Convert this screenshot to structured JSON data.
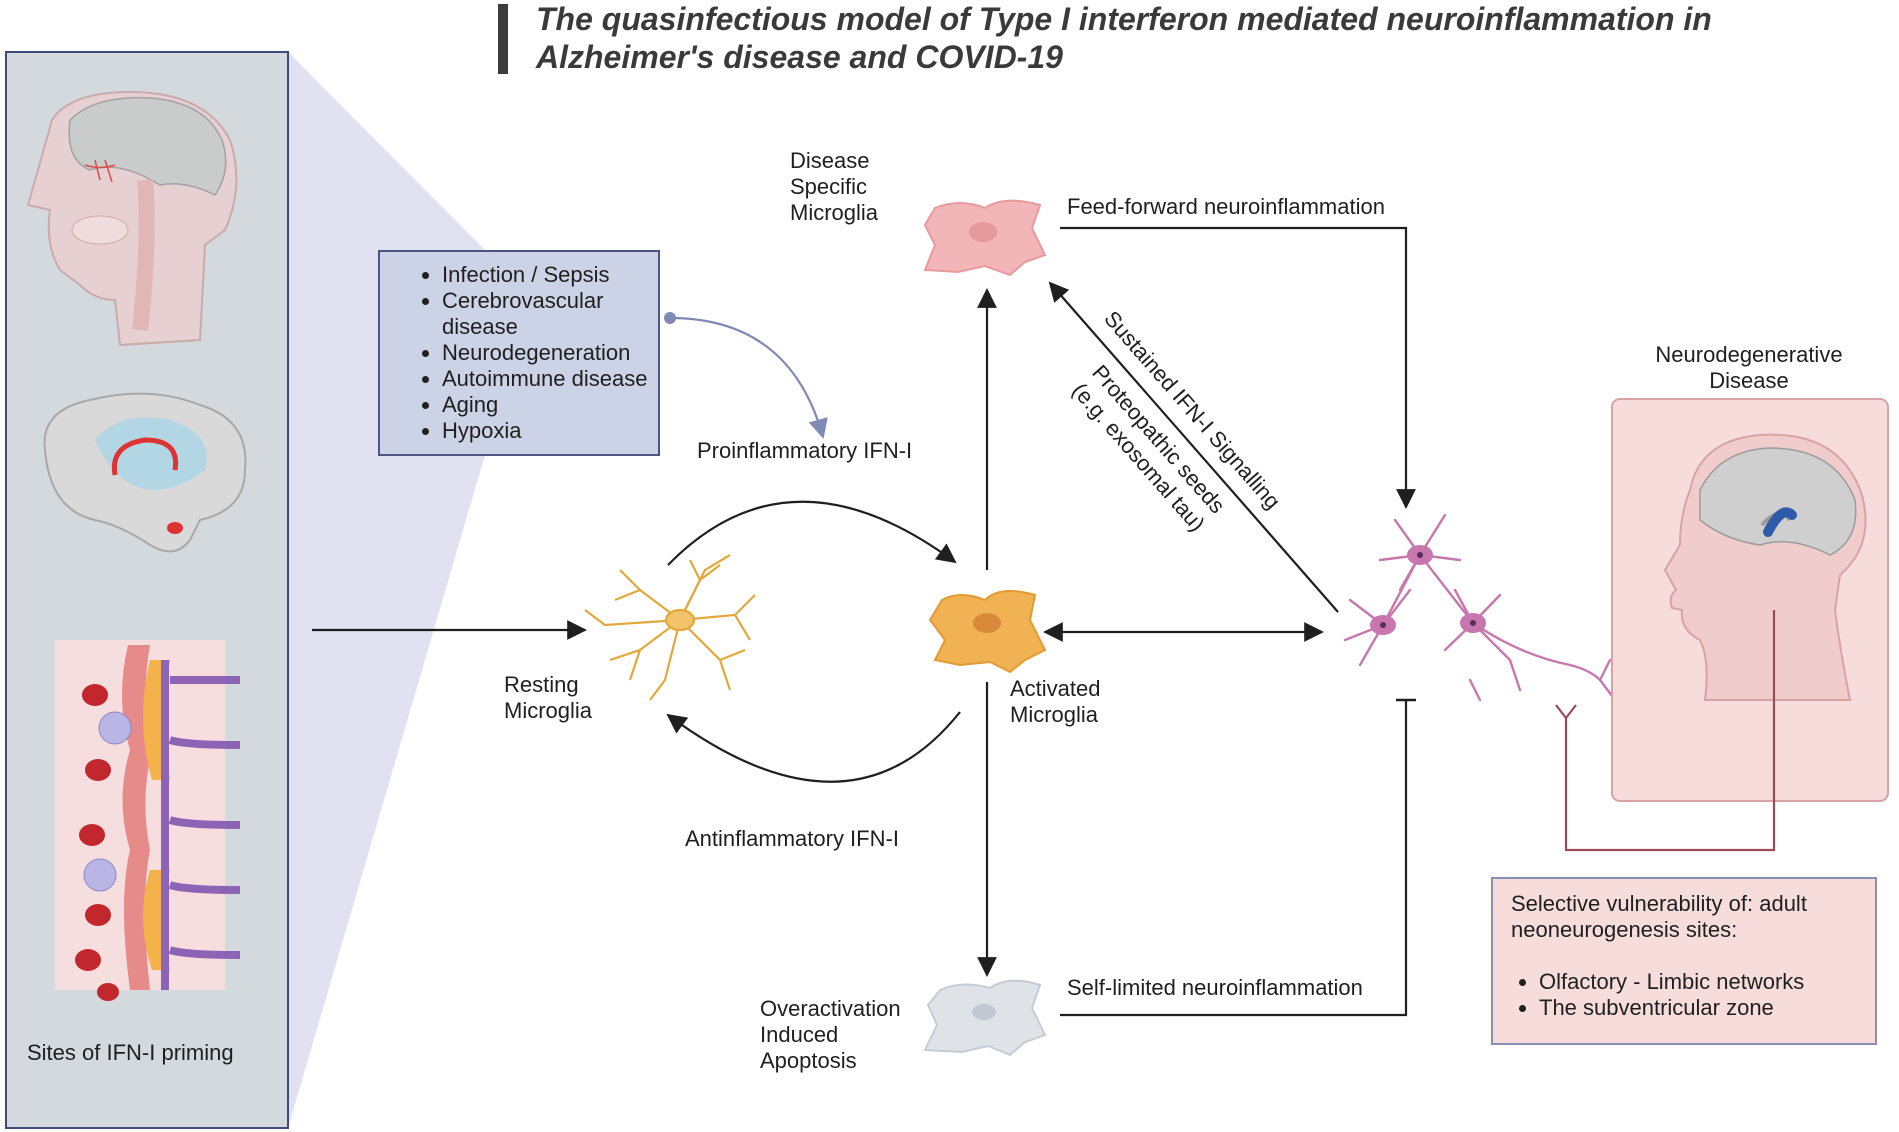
{
  "title_line1": "The quasinfectious model of Type I interferon mediated neuroinflammation in",
  "title_line2": "Alzheimer's disease and COVID-19",
  "left_panel": {
    "caption": "Sites of IFN-I priming",
    "images": [
      "head-sagittal-nasal-icon",
      "brain-limbic-icon",
      "blood-brain-barrier-icon"
    ]
  },
  "causes": {
    "items": [
      "Infection / Sepsis",
      "Cerebrovascular disease",
      "Neurodegeneration",
      "Autoimmune disease",
      "Aging",
      "Hypoxia"
    ]
  },
  "microglia": {
    "disease_specific": "Disease\nSpecific\nMicroglia",
    "resting": "Resting\nMicroglia",
    "activated": "Activated\nMicroglia",
    "apoptosis": "Overactivation\nInduced\nApoptosis"
  },
  "arrows": {
    "proinflammatory": "Proinflammatory IFN-I",
    "antiinflammatory": "Antinflammatory IFN-I",
    "feed_forward": "Feed-forward neuroinflammation",
    "self_limited": "Self-limited neuroinflammation",
    "sustained": "Sustained IFN-I Signalling",
    "proteopathic": "Proteopathic seeds",
    "exosomal": "(e.g. exosomal tau)"
  },
  "neurodegenerative": {
    "label": "Neurodegenerative\nDisease"
  },
  "vulnerability": {
    "intro": "Selective vulnerability of: adult neoneurogenesis sites:",
    "items": [
      "Olfactory - Limbic networks",
      "The subventricular zone"
    ]
  },
  "colors": {
    "panel_bg": "#d3d9dd",
    "panel_border": "#3d4a7a",
    "funnel": "#dcdcf0",
    "causes_bg": "#cdd3e6",
    "disease_microglia": "#f2b6b8",
    "activated_microglia": "#f0b252",
    "resting_microglia": "#e3a83a",
    "apoptotic_microglia": "#dfe3e8",
    "neuron": "#c777ad",
    "disease_box": "#f7dcdc",
    "connector": "#9b4a5a"
  }
}
